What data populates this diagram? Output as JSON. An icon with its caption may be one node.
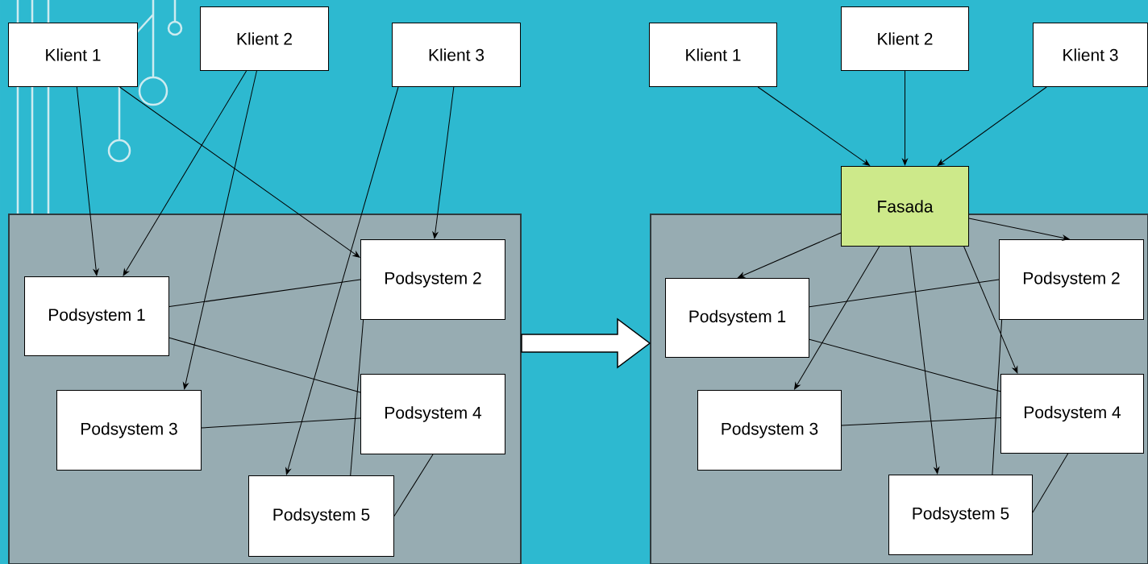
{
  "diagram": {
    "nodes": [
      {
        "text": [
          "Klient 1"
        ]
      },
      {
        "text": [
          "Klient 2"
        ]
      },
      {
        "text": [
          "Klient 3"
        ]
      },
      {
        "text": [],
        "shape": "box"
      },
      {
        "text": [
          "Podsystem 1"
        ],
        "in": 3
      },
      {
        "text": [
          "Podsystem 2"
        ],
        "in": 3
      },
      {
        "text": [
          "Podsystem 3"
        ],
        "in": 3
      },
      {
        "text": [
          "Podsystem 4"
        ],
        "in": 3
      },
      {
        "text": [
          "Podsystem 5"
        ],
        "in": 3
      },
      {
        "text": [
          "Klient 1"
        ]
      },
      {
        "text": [
          "Klient 2"
        ]
      },
      {
        "text": [
          "Klient 3"
        ]
      },
      {
        "text": [
          "Fasada"
        ]
      },
      {
        "text": [],
        "shape": "box"
      },
      {
        "text": [
          "Podsystem 1"
        ],
        "in": 13
      },
      {
        "text": [
          "Podsystem 2"
        ],
        "in": 13
      },
      {
        "text": [
          "Podsystem 3"
        ],
        "in": 13
      },
      {
        "text": [
          "Podsystem 4"
        ],
        "in": 13
      },
      {
        "text": [
          "Podsystem 5"
        ],
        "in": 13
      }
    ],
    "edges": [
      {
        "from": 0,
        "to": 4,
        "arrow": "to"
      },
      {
        "from": 0,
        "to": 5,
        "arrow": "to"
      },
      {
        "from": 1,
        "to": 4,
        "arrow": "to"
      },
      {
        "from": 1,
        "to": 6,
        "arrow": "to"
      },
      {
        "from": 2,
        "to": 5,
        "arrow": "to"
      },
      {
        "from": 2,
        "to": 8,
        "arrow": "to"
      },
      {
        "from": 4,
        "to": 5,
        "arrow": "none"
      },
      {
        "from": 4,
        "to": 7,
        "arrow": "none"
      },
      {
        "from": 6,
        "to": 7,
        "arrow": "none"
      },
      {
        "from": 5,
        "to": 8,
        "arrow": "none"
      },
      {
        "from": 7,
        "to": 8,
        "arrow": "none"
      },
      {
        "from": 3,
        "to": 13,
        "arrow": "to"
      },
      {
        "from": 9,
        "to": 12,
        "arrow": "to"
      },
      {
        "from": 10,
        "to": 12,
        "arrow": "to"
      },
      {
        "from": 11,
        "to": 12,
        "arrow": "to"
      },
      {
        "from": 12,
        "to": 14,
        "arrow": "to"
      },
      {
        "from": 12,
        "to": 15,
        "arrow": "to"
      },
      {
        "from": 12,
        "to": 16,
        "arrow": "to"
      },
      {
        "from": 12,
        "to": 17,
        "arrow": "to"
      },
      {
        "from": 12,
        "to": 18,
        "arrow": "to"
      },
      {
        "from": 14,
        "to": 15,
        "arrow": "none"
      },
      {
        "from": 14,
        "to": 17,
        "arrow": "none"
      },
      {
        "from": 16,
        "to": 17,
        "arrow": "none"
      },
      {
        "from": 15,
        "to": 18,
        "arrow": "none"
      },
      {
        "from": 17,
        "to": 18,
        "arrow": "none"
      }
    ]
  }
}
